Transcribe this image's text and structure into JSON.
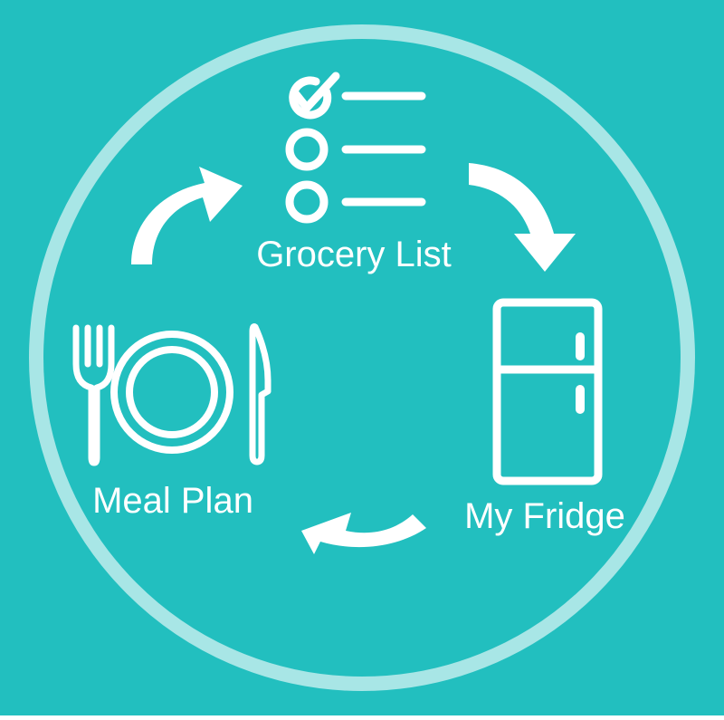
{
  "colors": {
    "background": "#22bfbf",
    "ring": "#a8e6e6",
    "foreground": "#ffffff"
  },
  "steps": [
    {
      "id": "grocery-list",
      "label": "Grocery List",
      "icon": "checklist-icon"
    },
    {
      "id": "my-fridge",
      "label": "My Fridge",
      "icon": "fridge-icon"
    },
    {
      "id": "meal-plan",
      "label": "Meal Plan",
      "icon": "plate-fork-knife-icon"
    }
  ],
  "arrows": [
    {
      "from": "meal-plan",
      "to": "grocery-list",
      "icon": "curved-arrow-icon"
    },
    {
      "from": "grocery-list",
      "to": "my-fridge",
      "icon": "curved-arrow-icon"
    },
    {
      "from": "my-fridge",
      "to": "meal-plan",
      "icon": "curved-arrow-icon"
    }
  ]
}
